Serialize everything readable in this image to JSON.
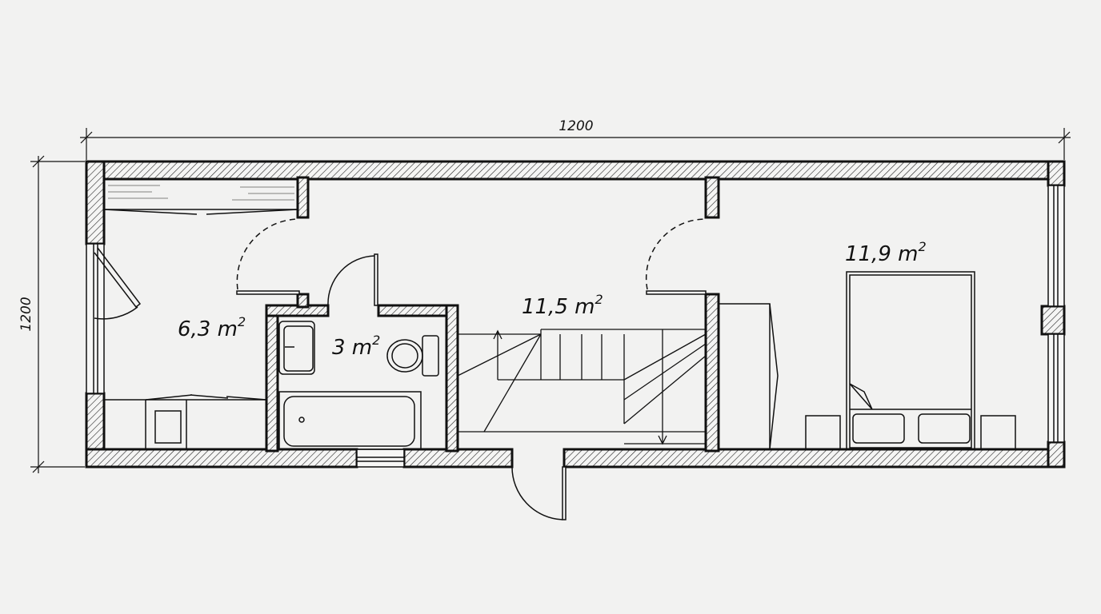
{
  "dimensions": {
    "width_label": "1200",
    "height_label": "1200"
  },
  "rooms": [
    {
      "id": "hall",
      "area": "6,3 m",
      "exp": "2"
    },
    {
      "id": "bathroom",
      "area": "3 m",
      "exp": "2"
    },
    {
      "id": "living",
      "area": "11,5 m",
      "exp": "2"
    },
    {
      "id": "bedroom",
      "area": "11,9 m",
      "exp": "2"
    }
  ],
  "colors": {
    "ink": "#111111",
    "paper": "#f2f2f1"
  }
}
